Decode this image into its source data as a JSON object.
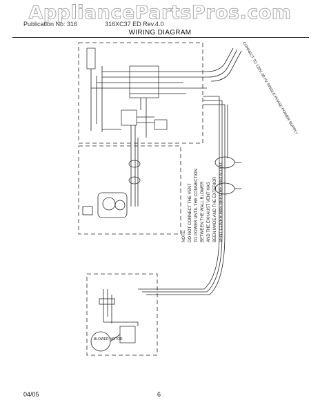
{
  "watermark": "AppliancePartsPros.com",
  "header": {
    "publication": "Publication No: 316",
    "model": "316XC37 ED Rev.4.0",
    "title": "WIRING DIAGRAM"
  },
  "notes": {
    "connect_to_power": "CONNECT TO 120V, 60 Hz SINGLE PHASE POWER SUPPLY",
    "do_not_connect": "NOTE: DO NOT CONNECT THE VENT TO POWER UNTIL THE CONNECTION BETWEEN THE WALL BLOWER AND THE EXHAUST VENT HAS BEEN MADE AND THE EXTERIOR VENT COVER HAS BEEN RE-INSTALLED.",
    "blower_label": "BLOWER MOTOR"
  },
  "footer": {
    "date": "04/05",
    "page": "6"
  }
}
